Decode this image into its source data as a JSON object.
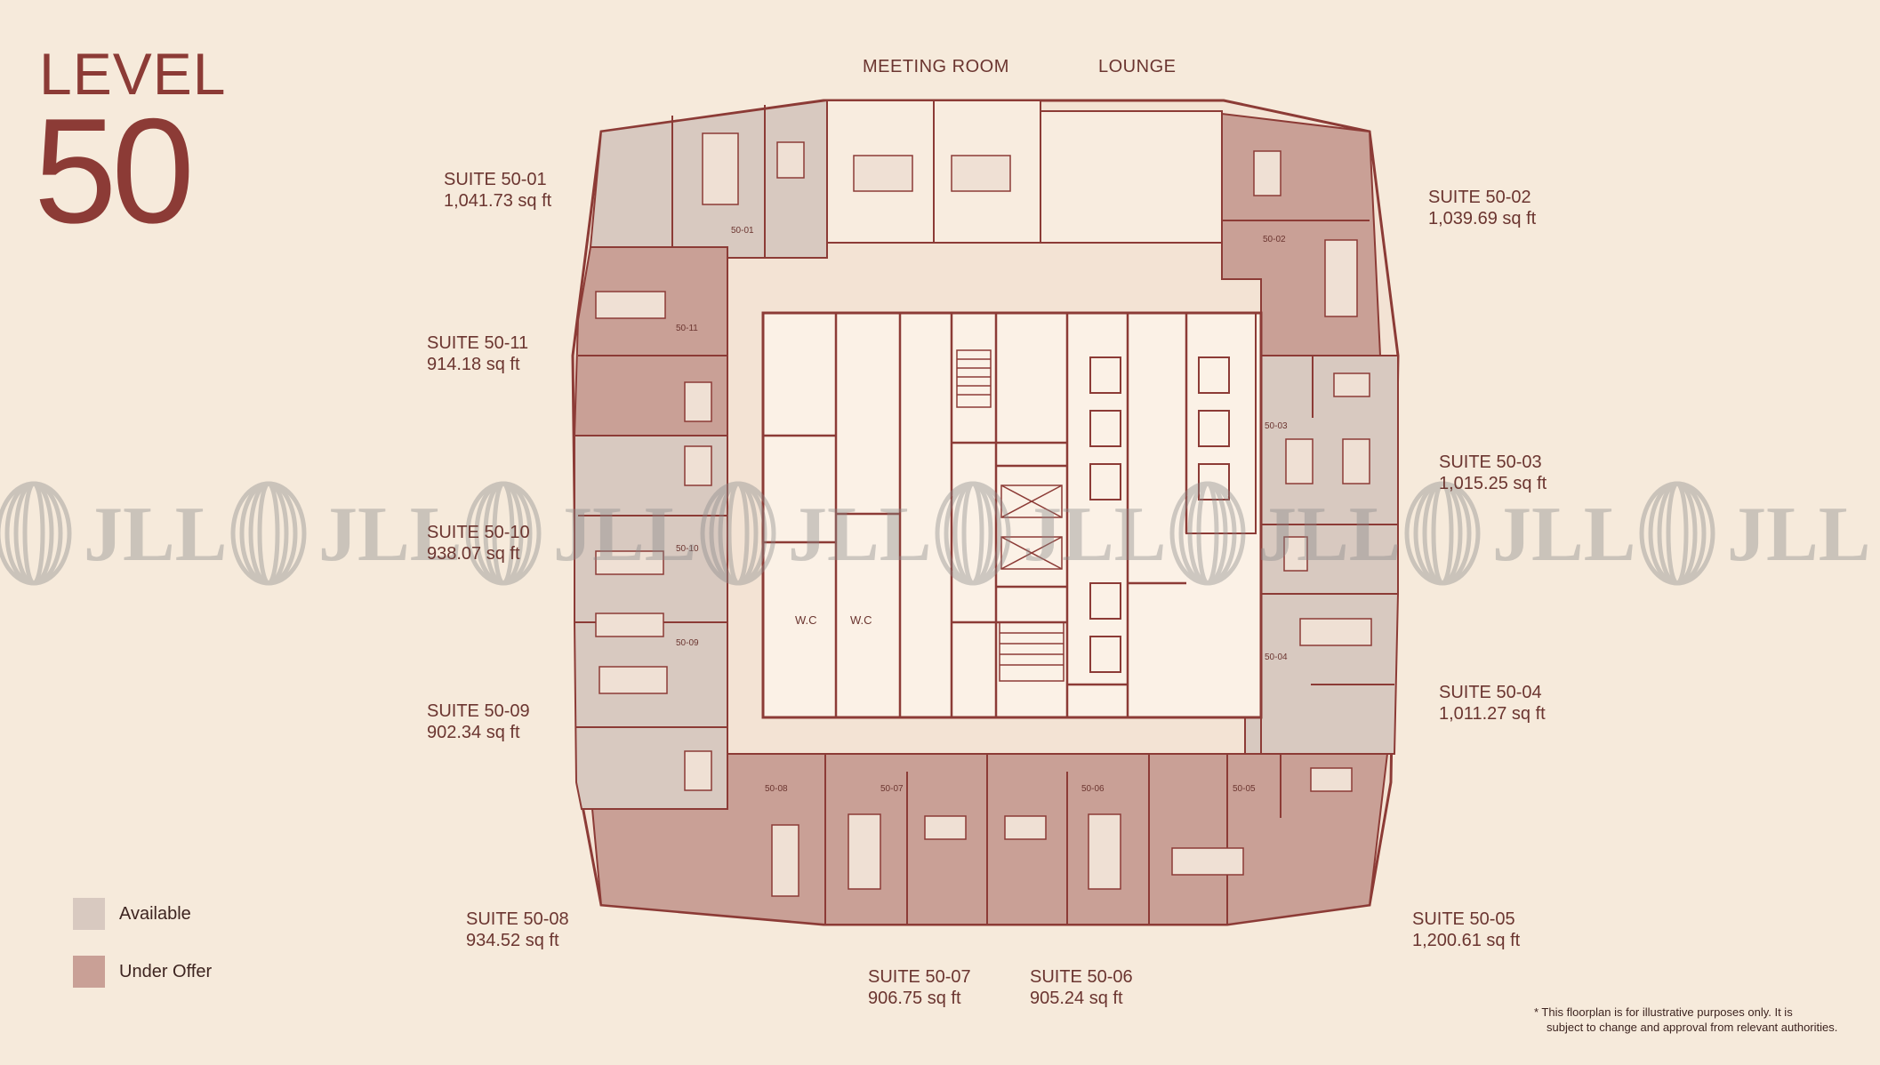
{
  "title": {
    "word": "LEVEL",
    "number": "50"
  },
  "top_labels": {
    "meeting_room": "MEETING ROOM",
    "lounge": "LOUNGE"
  },
  "suites": [
    {
      "id": "50-01",
      "name": "SUITE 50-01",
      "area": "1,041.73 sq ft",
      "status": "available"
    },
    {
      "id": "50-02",
      "name": "SUITE 50-02",
      "area": "1,039.69 sq ft",
      "status": "under_offer"
    },
    {
      "id": "50-03",
      "name": "SUITE 50-03",
      "area": "1,015.25 sq ft",
      "status": "available"
    },
    {
      "id": "50-04",
      "name": "SUITE 50-04",
      "area": "1,011.27 sq ft",
      "status": "available"
    },
    {
      "id": "50-05",
      "name": "SUITE 50-05",
      "area": "1,200.61 sq ft",
      "status": "under_offer"
    },
    {
      "id": "50-06",
      "name": "SUITE 50-06",
      "area": "905.24 sq ft",
      "status": "under_offer"
    },
    {
      "id": "50-07",
      "name": "SUITE 50-07",
      "area": "906.75 sq ft",
      "status": "under_offer"
    },
    {
      "id": "50-08",
      "name": "SUITE 50-08",
      "area": "934.52 sq ft",
      "status": "under_offer"
    },
    {
      "id": "50-09",
      "name": "SUITE 50-09",
      "area": "902.34 sq ft",
      "status": "available"
    },
    {
      "id": "50-10",
      "name": "SUITE 50-10",
      "area": "938.07 sq ft",
      "status": "available"
    },
    {
      "id": "50-11",
      "name": "SUITE 50-11",
      "area": "914.18 sq ft",
      "status": "under_offer"
    }
  ],
  "room_labels": {
    "wc": "W.C"
  },
  "legend": [
    {
      "label": "Available",
      "color": "#d8c9c0"
    },
    {
      "label": "Under Offer",
      "color": "#c9a096"
    }
  ],
  "disclaimer": {
    "line1": "*  This floorplan is for illustrative purposes only. It is",
    "line2": "subject to change and approval from relevant authorities."
  },
  "watermark": {
    "text": "JLL",
    "icon": "jll-logo-icon"
  },
  "colors": {
    "background": "#f6eadb",
    "available": "#d8c9c0",
    "under_offer": "#c9a096",
    "core": "#fbf1e6",
    "wall": "#8c3b36",
    "title": "#8c3b36"
  }
}
